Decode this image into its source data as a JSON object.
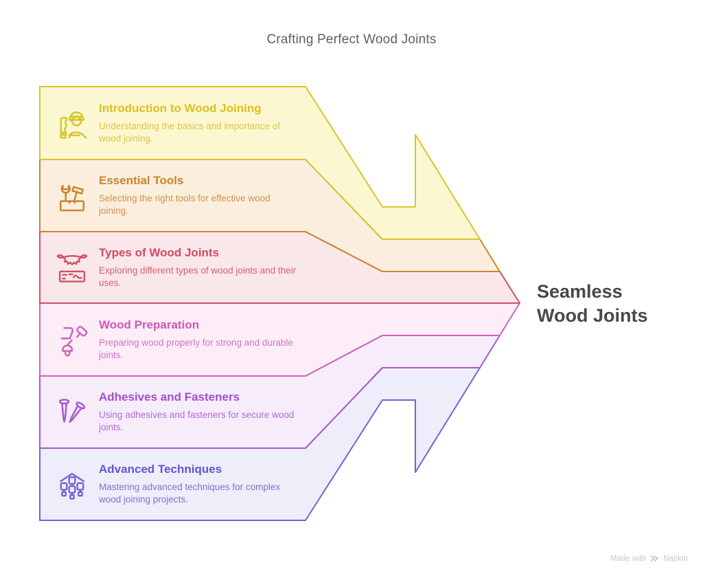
{
  "page": {
    "title": "Crafting Perfect Wood Joints",
    "background": "#ffffff"
  },
  "result": {
    "label": "Seamless Wood Joints",
    "color": "#47484c"
  },
  "watermark": {
    "prefix": "Made with",
    "brand": "Napkin"
  },
  "bands": [
    {
      "title": "Introduction to Wood Joining",
      "description": "Understanding the basics and importance of wood joining.",
      "icon": "carpenter-icon",
      "fill": "#fbf7d1",
      "stroke": "#d7c62d",
      "title_color": "#dcc11e",
      "text_color": "#e0c73f"
    },
    {
      "title": "Essential Tools",
      "description": "Selecting the right tools for effective wood joining.",
      "icon": "toolbox-icon",
      "fill": "#fbeede",
      "stroke": "#c9862f",
      "title_color": "#c8862d",
      "text_color": "#d09345"
    },
    {
      "title": "Types of Wood Joints",
      "description": "Exploring different types of wood joints and their uses.",
      "icon": "saw-plank-icon",
      "fill": "#fae7ea",
      "stroke": "#d05063",
      "title_color": "#d14a60",
      "text_color": "#d6616f"
    },
    {
      "title": "Wood Preparation",
      "description": "Preparing wood properly for strong and durable joints.",
      "icon": "carving-tools-icon",
      "fill": "#fcedf7",
      "stroke": "#cf63bb",
      "title_color": "#cd58b6",
      "text_color": "#d673c2"
    },
    {
      "title": "Adhesives and Fasteners",
      "description": "Using adhesives and fasteners for secure wood joints.",
      "icon": "nails-icon",
      "fill": "#f6ecfa",
      "stroke": "#a558d3",
      "title_color": "#a24ecf",
      "text_color": "#ae6cd8"
    },
    {
      "title": "Advanced Techniques",
      "description": "Mastering advanced techniques for complex wood joining projects.",
      "icon": "joinery-diagram-icon",
      "fill": "#eeeefa",
      "stroke": "#7262d4",
      "title_color": "#6156cf",
      "text_color": "#7e71d6"
    }
  ]
}
